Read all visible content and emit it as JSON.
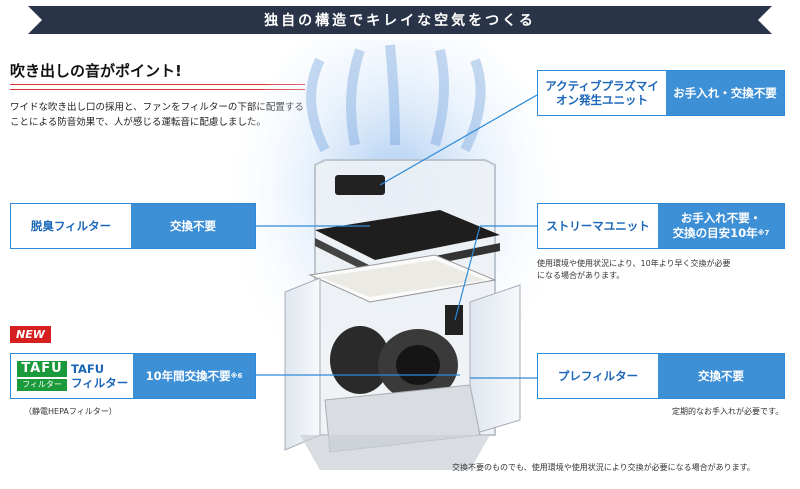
{
  "banner": {
    "title": "独自の構造でキレイな空気をつくる"
  },
  "headline": "吹き出しの音がポイント!",
  "description": "ワイドな吹き出し口の採用と、ファンをフィルターの下部に配置することによる防音効果で、人が感じる運転音に配慮しました。",
  "components": {
    "plasma": {
      "name": "アクティブプラズマイオン発生ユニット",
      "status": "お手入れ・交換不要"
    },
    "deodorizer": {
      "name": "脱臭フィルター",
      "status": "交換不要"
    },
    "streamer": {
      "name": "ストリーマユニット",
      "status_line1": "お手入れ不要・",
      "status_line2": "交換の目安10年",
      "status_sup": "※7",
      "note": "使用環境や使用状況により、10年より早く交換が必要になる場合があります。"
    },
    "tafu": {
      "badge": "NEW",
      "logo_top": "TAFU",
      "logo_bottom": "フィルター",
      "name_line1": "TAFU",
      "name_line2": "フィルター",
      "status": "10年間交換不要",
      "status_sup": "※6",
      "note": "（静電HEPAフィルター）"
    },
    "prefilter": {
      "name": "プレフィルター",
      "status": "交換不要",
      "note": "定期的なお手入れが必要です。"
    }
  },
  "footer_note": "交換不要のものでも、使用環境や使用状況により交換が必要になる場合があります。",
  "colors": {
    "banner": "#2a3448",
    "accent_blue": "#3d8fd6",
    "label_text": "#1a66b8",
    "new_badge": "#d62020",
    "tafu_green": "#1a9a3a"
  }
}
